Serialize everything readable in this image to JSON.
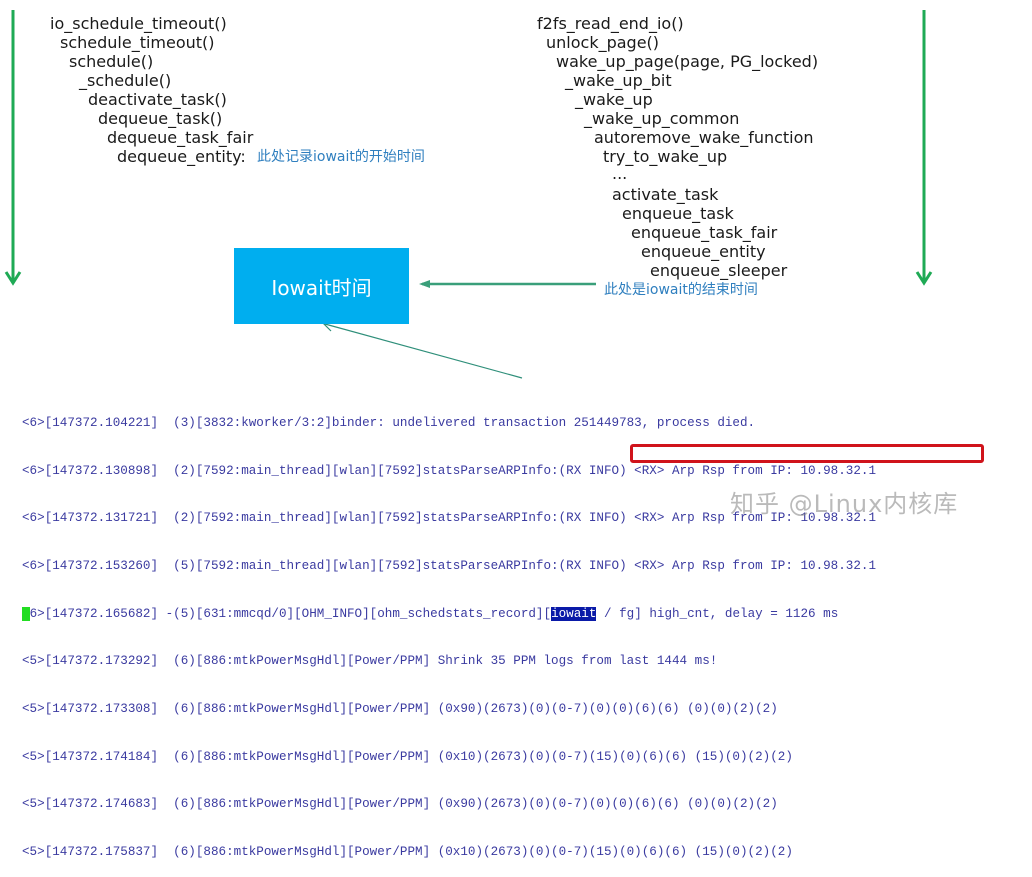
{
  "diagram": {
    "colors": {
      "timeline_arrow": "#1faa55",
      "connector_arrow": "#3a9f7a",
      "iowait_box": "#00aeef",
      "note_text": "#2f7fbf",
      "log_text": "#3a3aa0",
      "highlight_box": "#d0131b"
    },
    "left_stack": {
      "title": "sleep path (start of iowait)",
      "lines": [
        "io_schedule_timeout()",
        "schedule_timeout()",
        "schedule()",
        "_schedule()",
        "deactivate_task()",
        "dequeue_task()",
        "dequeue_task_fair",
        "dequeue_entity:"
      ],
      "note": "此处记录iowait的开始时间"
    },
    "right_stack": {
      "title": "wakeup path (end of iowait)",
      "lines": [
        "f2fs_read_end_io()",
        "unlock_page()",
        "wake_up_page(page, PG_locked)",
        "_wake_up_bit",
        "_wake_up",
        "_wake_up_common",
        "autoremove_wake_function",
        "try_to_wake_up",
        "...",
        "activate_task",
        "enqueue_task",
        "enqueue_task_fair",
        "enqueue_entity",
        "enqueue_sleeper"
      ],
      "note": "此处是iowait的结束时间"
    },
    "iowait_box": {
      "label": "Iowait时间"
    },
    "watermark": "知乎 @Linux内核库"
  },
  "log": {
    "lines": [
      {
        "prefix": "<6>",
        "ts": "[147372.104221]",
        "body": "  (3)[3832:kworker/3:2]binder: undelivered transaction 251449783, process died."
      },
      {
        "prefix": "<6>",
        "ts": "[147372.130898]",
        "body": "  (2)[7592:main_thread][wlan][7592]statsParseARPInfo:(RX INFO) <RX> Arp Rsp from IP: 10.98.32.1"
      },
      {
        "prefix": "<6>",
        "ts": "[147372.131721]",
        "body": "  (2)[7592:main_thread][wlan][7592]statsParseARPInfo:(RX INFO) <RX> Arp Rsp from IP: 10.98.32.1"
      },
      {
        "prefix": "<6>",
        "ts": "[147372.153260]",
        "body": "  (5)[7592:main_thread][wlan][7592]statsParseARPInfo:(RX INFO) <RX> Arp Rsp from IP: 10.98.32.1"
      },
      {
        "prefix": "<6>",
        "ts": "[147372.165682]",
        "body_pre": " -(5)[631:mmcqd/0][OHM_INFO][ohm_schedstats_record][",
        "highlight": "iowait",
        "body_post": " / fg] high_cnt, delay = 1126 ms"
      },
      {
        "prefix": "<5>",
        "ts": "[147372.173292]",
        "body": "  (6)[886:mtkPowerMsgHdl][Power/PPM] Shrink 35 PPM logs from last 1444 ms!"
      },
      {
        "prefix": "<5>",
        "ts": "[147372.173308]",
        "body": "  (6)[886:mtkPowerMsgHdl][Power/PPM] (0x90)(2673)(0)(0-7)(0)(0)(6)(6) (0)(0)(2)(2)"
      },
      {
        "prefix": "<5>",
        "ts": "[147372.174184]",
        "body": "  (6)[886:mtkPowerMsgHdl][Power/PPM] (0x10)(2673)(0)(0-7)(15)(0)(6)(6) (15)(0)(2)(2)"
      },
      {
        "prefix": "<5>",
        "ts": "[147372.174683]",
        "body": "  (6)[886:mtkPowerMsgHdl][Power/PPM] (0x90)(2673)(0)(0-7)(0)(0)(6)(6) (0)(0)(2)(2)"
      },
      {
        "prefix": "<5>",
        "ts": "[147372.175837]",
        "body": "  (6)[886:mtkPowerMsgHdl][Power/PPM] (0x10)(2673)(0)(0-7)(15)(0)(6)(6) (15)(0)(2)(2)"
      }
    ]
  }
}
